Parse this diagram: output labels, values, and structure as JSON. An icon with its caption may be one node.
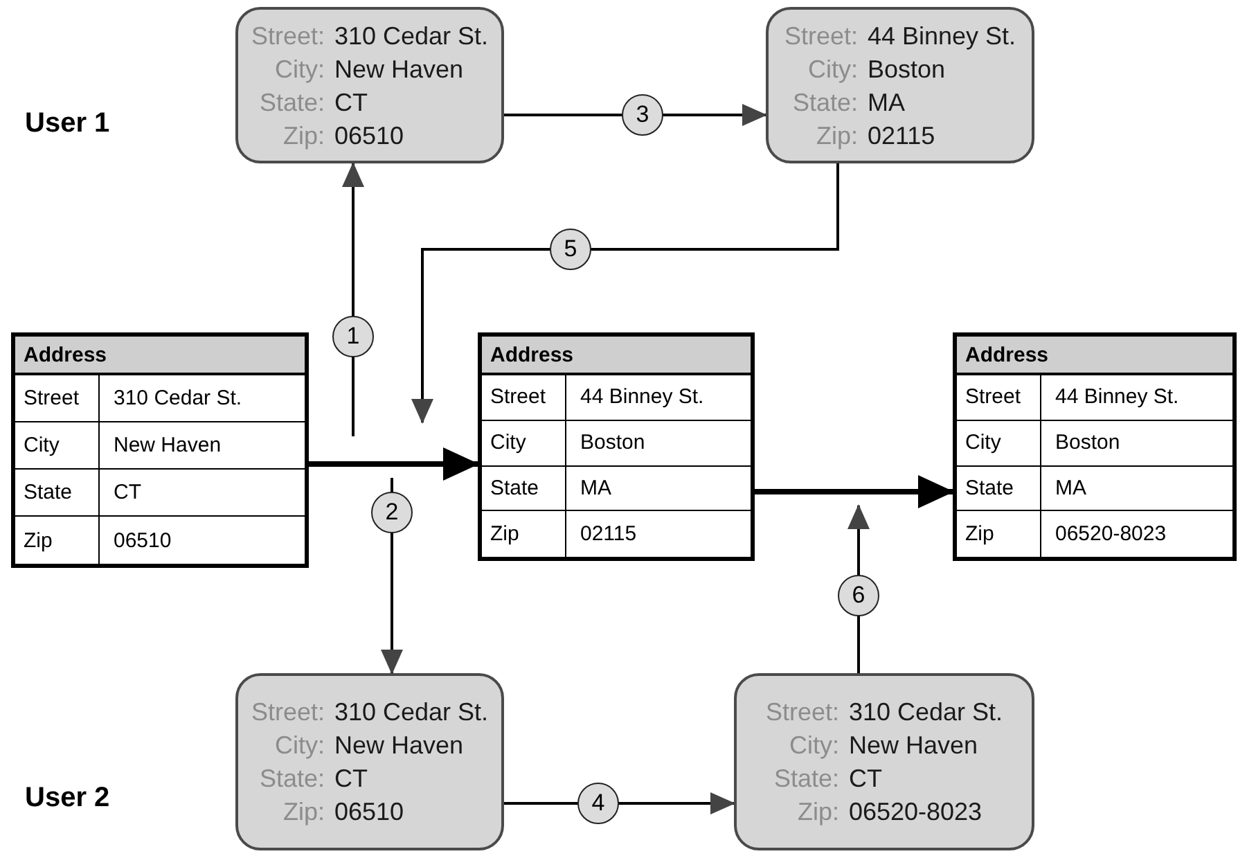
{
  "diagram": {
    "nodes": [
      {
        "text": [
          "Street:",
          "310 Cedar St.",
          "City:",
          "New Haven",
          "State:",
          "CT",
          "Zip:",
          "06510"
        ]
      },
      {
        "text": [
          "Street:",
          "44 Binney St.",
          "City:",
          "Boston",
          "State:",
          "MA",
          "Zip:",
          "02115"
        ]
      },
      {
        "text": [
          "Address",
          "Street",
          "310 Cedar St.",
          "City",
          "New Haven",
          "State",
          "CT",
          "Zip",
          "06510"
        ]
      },
      {
        "text": [
          "Address",
          "Street",
          "44 Binney St.",
          "City",
          "Boston",
          "State",
          "MA",
          "Zip",
          "02115"
        ]
      },
      {
        "text": [
          "Address",
          "Street",
          "44 Binney St.",
          "City",
          "Boston",
          "State",
          "MA",
          "Zip",
          "06520-8023"
        ]
      },
      {
        "text": [
          "Street:",
          "310 Cedar St.",
          "City:",
          "New Haven",
          "State:",
          "CT",
          "Zip:",
          "06510"
        ]
      },
      {
        "text": [
          "Street:",
          "310 Cedar St.",
          "City:",
          "New Haven",
          "State:",
          "CT",
          "Zip:",
          "06520-8023"
        ]
      }
    ],
    "edges": [
      {
        "from": null,
        "to": 0,
        "arrow": "to",
        "label": "1"
      },
      {
        "from": null,
        "to": 5,
        "arrow": "to",
        "label": "2"
      },
      {
        "from": 0,
        "to": 1,
        "arrow": "to",
        "label": "3"
      },
      {
        "from": 5,
        "to": 6,
        "arrow": "to",
        "label": "4"
      },
      {
        "from": 1,
        "to": null,
        "arrow": "to",
        "label": "5"
      },
      {
        "from": 6,
        "to": null,
        "arrow": "to",
        "label": "6"
      },
      {
        "from": 2,
        "to": 3,
        "arrow": "to",
        "style": "thick"
      },
      {
        "from": 3,
        "to": 4,
        "arrow": "to",
        "style": "thick"
      }
    ],
    "labels": [
      "User 1",
      "User 2"
    ]
  }
}
